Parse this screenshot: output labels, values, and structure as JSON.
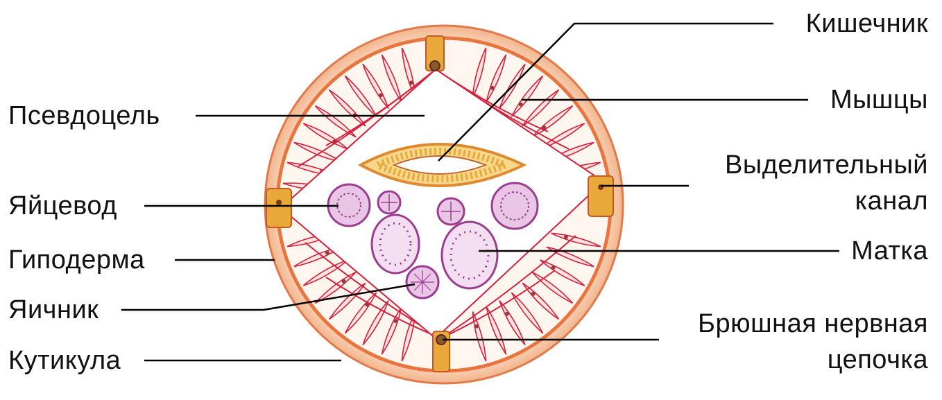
{
  "diagram": {
    "labels": {
      "pseudocoel": "Псевдоцель",
      "oviduct": "Яйцевод",
      "hypodermis": "Гиподерма",
      "ovary": "Яичник",
      "cuticle": "Кутикула",
      "intestine": "Кишечник",
      "muscles": "Мышцы",
      "excretory_canal_line1": "Выделительный",
      "excretory_canal_line2": "канал",
      "uterus": "Матка",
      "ventral_nerve_cord_line1": "Брюшная нервная",
      "ventral_nerve_cord_line2": "цепочка"
    },
    "colors": {
      "cuticle_outer": "#f6c9a8",
      "hypodermis": "#e8743e",
      "muscle": "#d4203c",
      "muscle_fill": "#fbe3e0",
      "intestine": "#e8a83a",
      "intestine_fill": "#f7d88c",
      "gonad": "#9b3d8f",
      "gonad_fill": "#e9c6e6",
      "leader_line": "#000000"
    }
  }
}
